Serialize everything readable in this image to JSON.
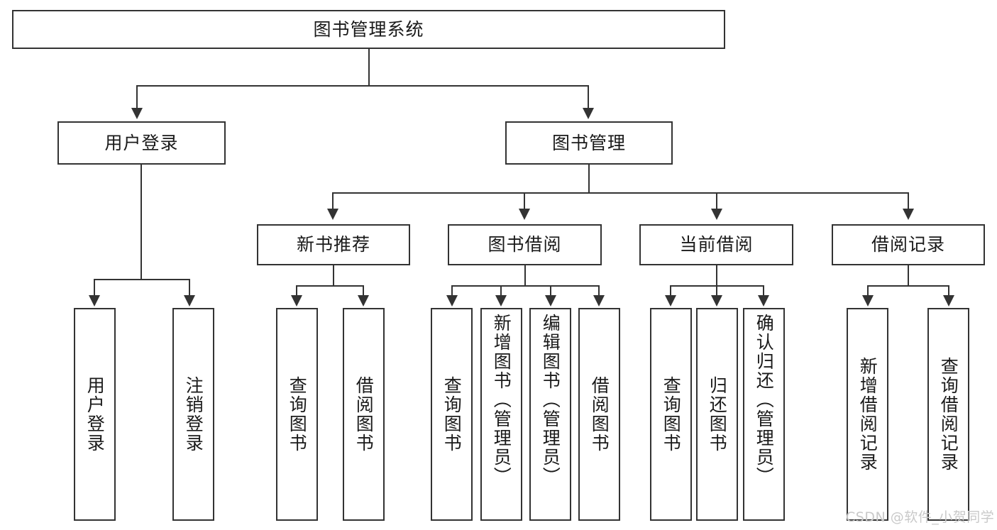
{
  "diagram": {
    "title": "图书管理系统",
    "watermark": "CSDN @软件_小贺同学",
    "colors": {
      "stroke": "#333333",
      "fill": "#ffffff",
      "text": "#1a1a1a",
      "watermark": "#c9c9c9"
    },
    "nodes": {
      "root": {
        "label": "图书管理系统"
      },
      "level2": [
        {
          "id": "user-login",
          "label": "用户登录"
        },
        {
          "id": "book-management",
          "label": "图书管理"
        }
      ],
      "level3": [
        {
          "id": "new-book-recommend",
          "label": "新书推荐"
        },
        {
          "id": "book-borrow",
          "label": "图书借阅"
        },
        {
          "id": "current-borrow",
          "label": "当前借阅"
        },
        {
          "id": "borrow-record",
          "label": "借阅记录"
        }
      ],
      "leaves": {
        "user_login": [
          {
            "id": "leaf-user-login",
            "label": "用户登录"
          },
          {
            "id": "leaf-logout",
            "label": "注销登录"
          }
        ],
        "new_book_recommend": [
          {
            "id": "leaf-query-book-1",
            "label": "查询图书"
          },
          {
            "id": "leaf-borrow-book-1",
            "label": "借阅图书"
          }
        ],
        "book_borrow": [
          {
            "id": "leaf-query-book-2",
            "label": "查询图书"
          },
          {
            "id": "leaf-add-book",
            "label": "新增图书（管理员）"
          },
          {
            "id": "leaf-edit-book",
            "label": "编辑图书（管理员）"
          },
          {
            "id": "leaf-borrow-book-2",
            "label": "借阅图书"
          }
        ],
        "current_borrow": [
          {
            "id": "leaf-query-book-3",
            "label": "查询图书"
          },
          {
            "id": "leaf-return-book",
            "label": "归还图书"
          },
          {
            "id": "leaf-confirm-return",
            "label": "确认归还（管理员）"
          }
        ],
        "borrow_record": [
          {
            "id": "leaf-add-record",
            "label": "新增借阅记录"
          },
          {
            "id": "leaf-query-record",
            "label": "查询借阅记录"
          }
        ]
      }
    }
  }
}
